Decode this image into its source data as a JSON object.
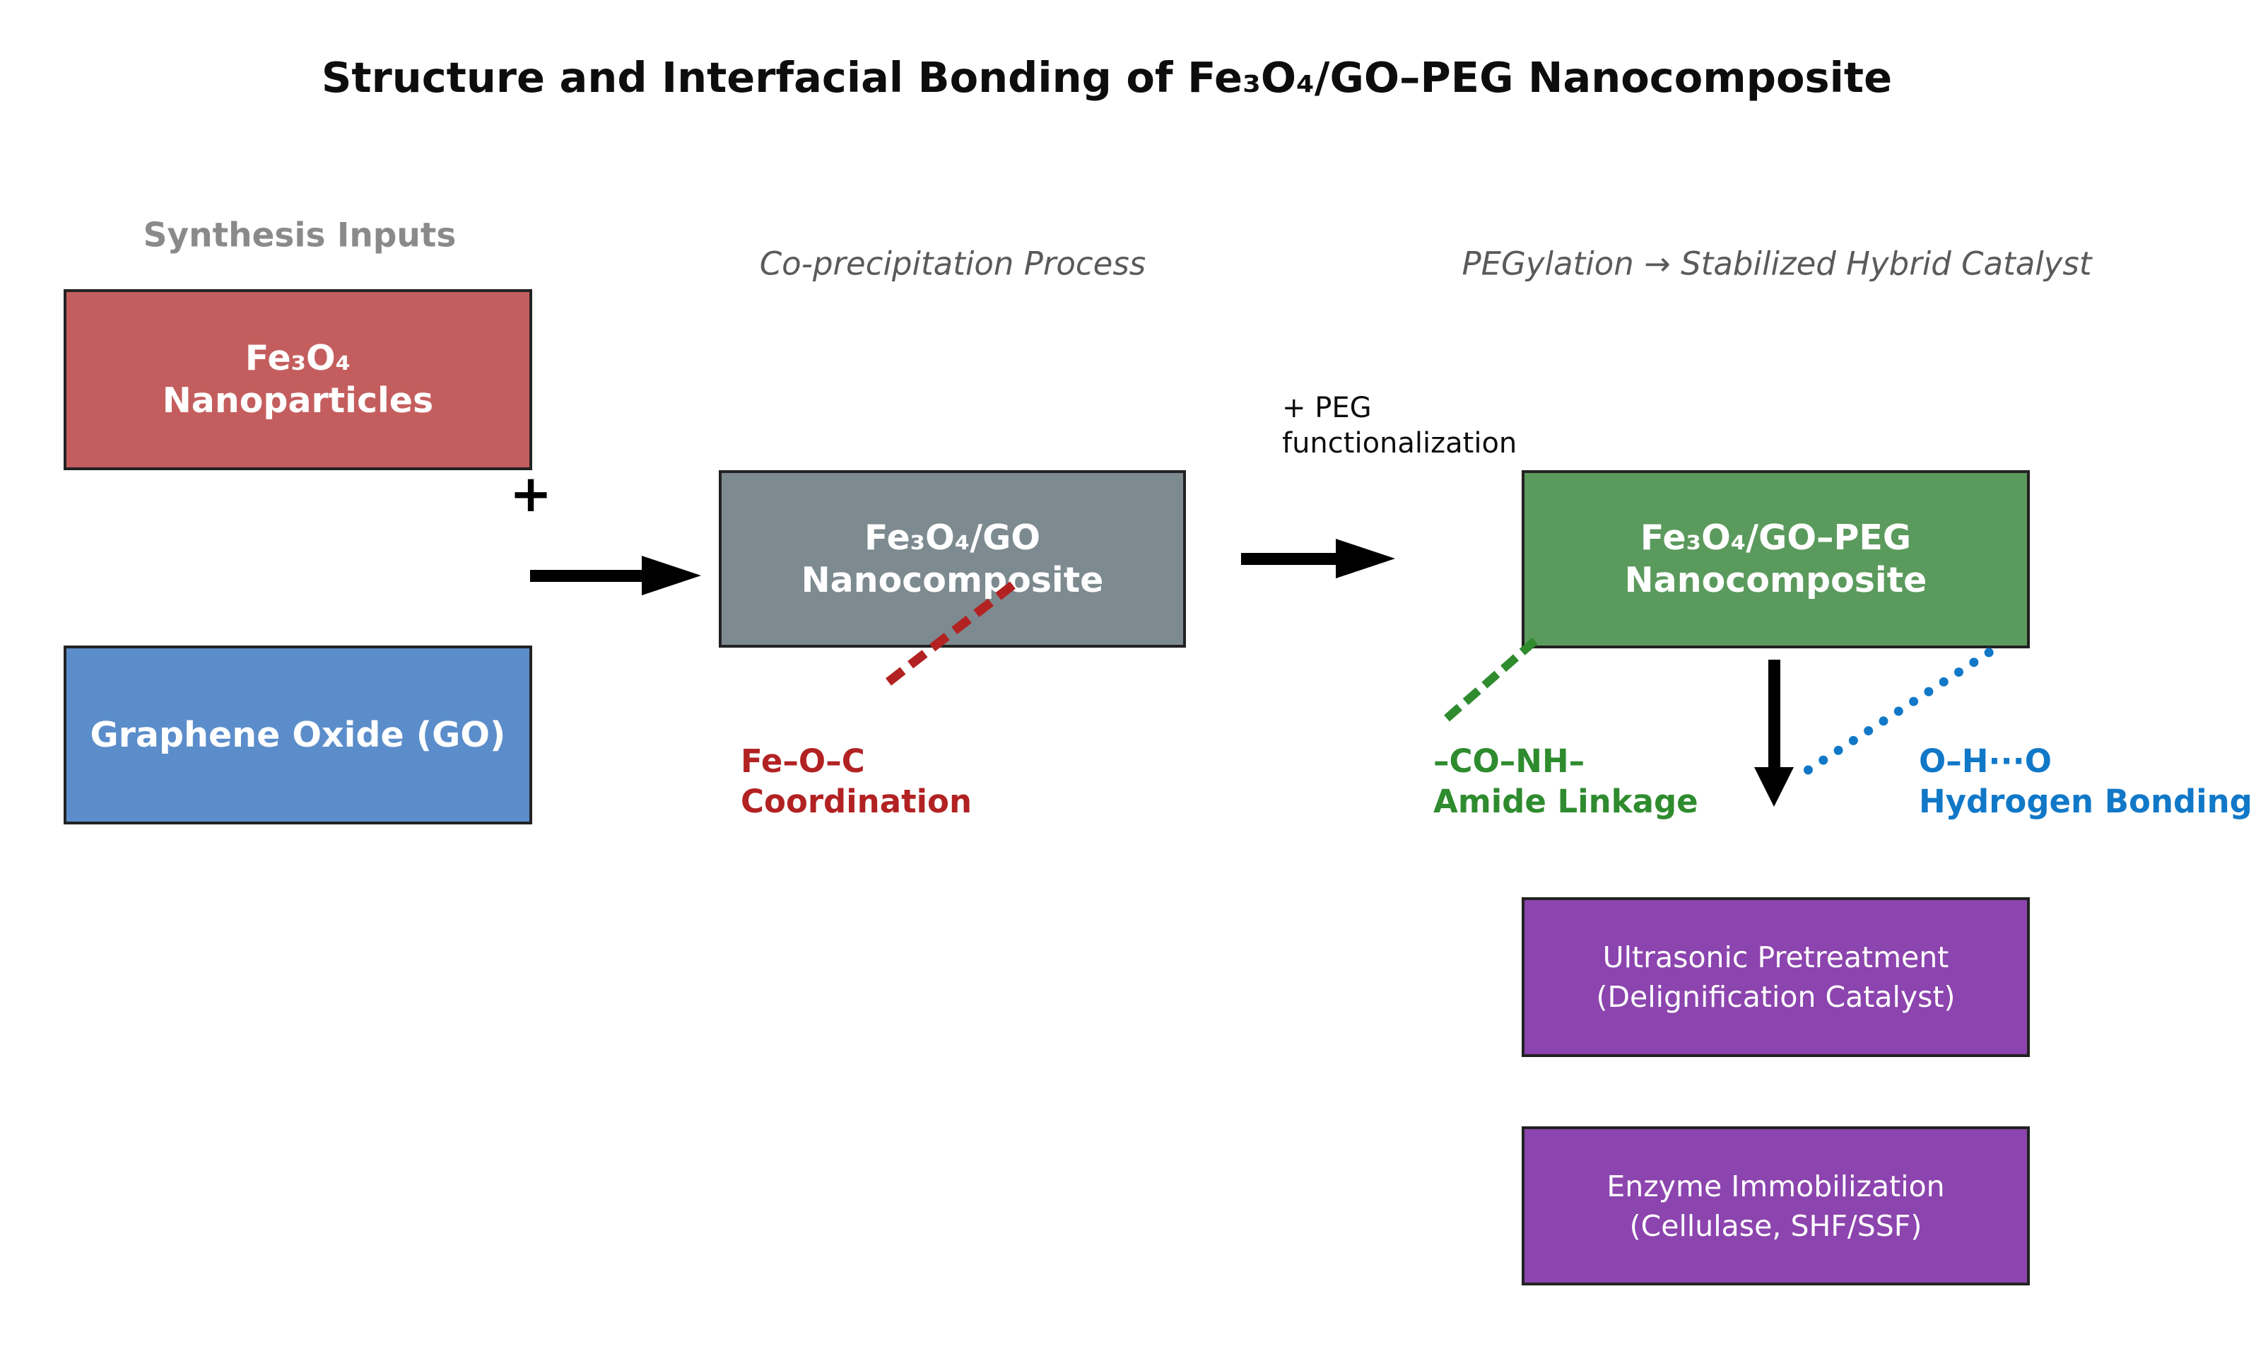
{
  "title": "Structure and Interfacial Bonding of Fe₃O₄/GO–PEG Nanocomposite",
  "sections": {
    "inputs_label": "Synthesis Inputs",
    "process_label": "Co-precipitation Process",
    "pegylation_label": "PEGylation → Stabilized Hybrid Catalyst"
  },
  "nodes": {
    "fe3o4": {
      "line1": "Fe₃O₄",
      "line2": "Nanoparticles",
      "fill": "#c45e5e"
    },
    "go": {
      "line1": "Graphene Oxide (GO)",
      "fill": "#5b8dcb"
    },
    "fe3o4_go": {
      "line1": "Fe₃O₄/GO",
      "line2": "Nanocomposite",
      "fill": "#7d8a90"
    },
    "fe3o4_go_peg": {
      "line1": "Fe₃O₄/GO–PEG",
      "line2": "Nanocomposite",
      "fill": "#5b9a5d"
    },
    "ultrasonic": {
      "line1": "Ultrasonic Pretreatment",
      "line2": "(Delignification Catalyst)",
      "fill": "#8c44ae"
    },
    "enzyme": {
      "line1": "Enzyme Immobilization",
      "line2": "(Cellulase, SHF/SSF)",
      "fill": "#8c44ae"
    }
  },
  "annotations": {
    "plus_sign": "+",
    "peg_line1": "+ PEG",
    "peg_line2": "functionalization"
  },
  "bonds": {
    "feoc": {
      "line1": "Fe–O–C",
      "line2": "Coordination",
      "color": "#b22222"
    },
    "amide": {
      "line1": "–CO–NH–",
      "line2": "Amide Linkage",
      "color": "#2e8b2e"
    },
    "hbond": {
      "line1": "O–H···O",
      "line2": "Hydrogen Bonding",
      "color": "#1178c8"
    }
  }
}
